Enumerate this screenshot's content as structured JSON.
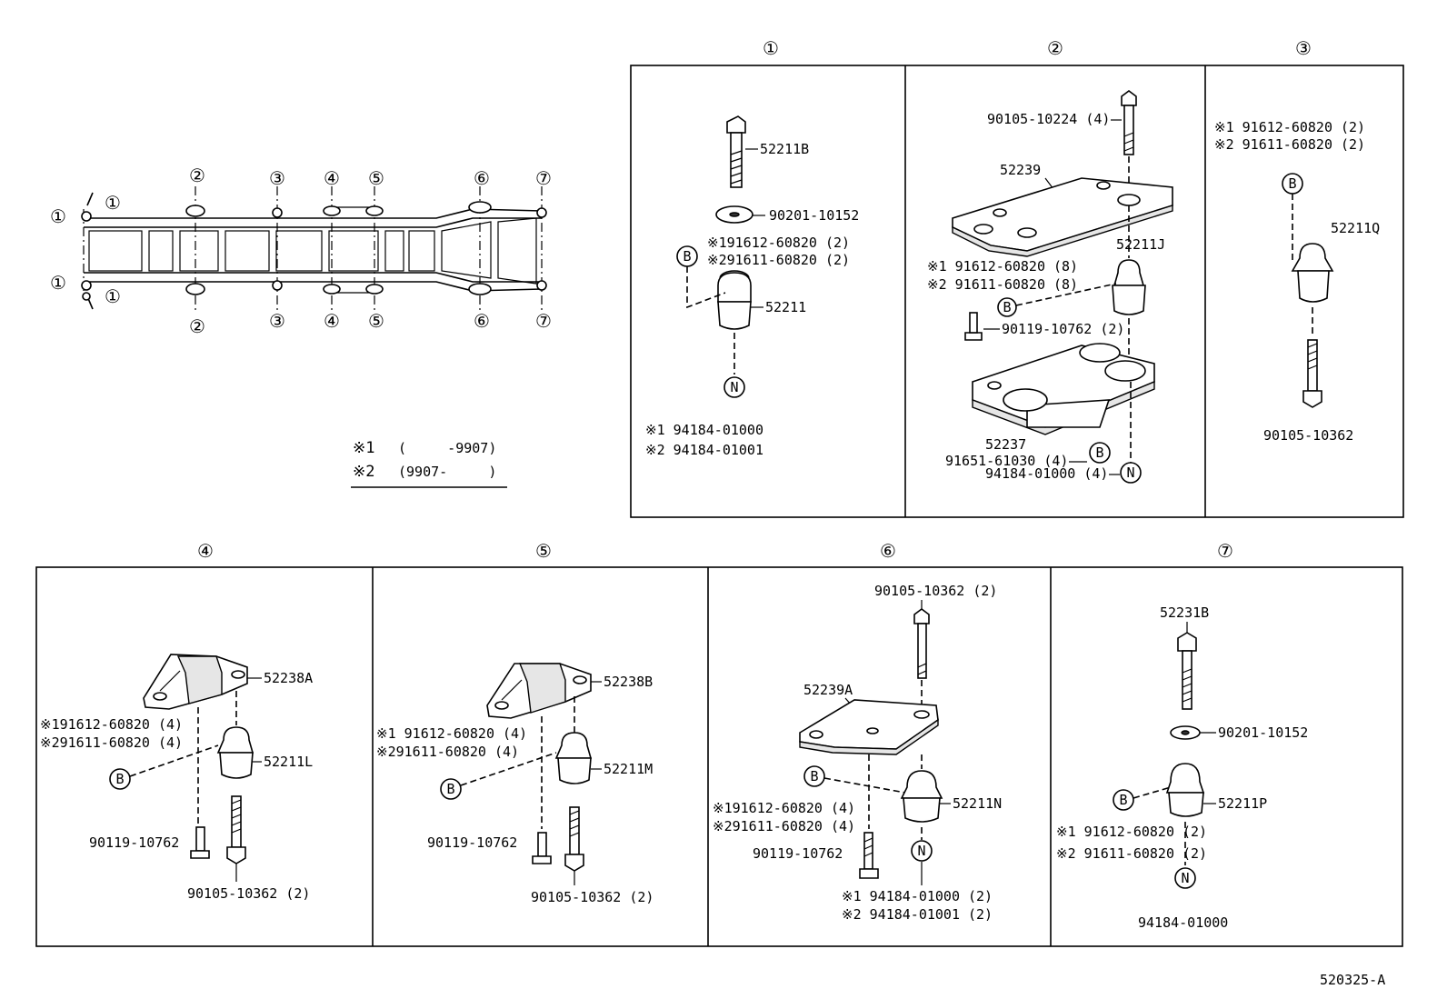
{
  "doc_code": "520325-A",
  "legend": {
    "r1_mark": "※1",
    "r1_range": "(     -9907)",
    "r2_mark": "※2",
    "r2_range": "(9907-     )"
  },
  "frame_markers": {
    "m1": "①",
    "m2": "②",
    "m3": "③",
    "m4": "④",
    "m5": "⑤",
    "m6": "⑥",
    "m7": "⑦"
  },
  "symbols": {
    "b": "B",
    "n": "N"
  },
  "sections": {
    "s1": {
      "number": "①",
      "bolt": "52211B",
      "washer": "90201-10152",
      "note1": "※191612-60820 (2)",
      "note2": "※291611-60820 (2)",
      "cushion": "52211",
      "nut1": "※1 94184-01000",
      "nut2": "※2 94184-01001"
    },
    "s2": {
      "number": "②",
      "bolt": "90105-10224 (4)",
      "upper_bracket": "52239",
      "cushion": "52211J",
      "note1": "※1 91612-60820 (8)",
      "note2": "※2 91611-60820 (8)",
      "small_bolt": "90119-10762 (2)",
      "lower_bracket": "52237",
      "b_part": "91651-61030 (4)",
      "n_part": "94184-01000 (4)"
    },
    "s3": {
      "number": "③",
      "note1": "※1 91612-60820 (2)",
      "note2": "※2 91611-60820 (2)",
      "cushion": "52211Q",
      "bolt": "90105-10362"
    },
    "s4": {
      "number": "④",
      "bracket": "52238A",
      "note1": "※191612-60820 (4)",
      "note2": "※291611-60820 (4)",
      "cushion": "52211L",
      "small_bolt": "90119-10762",
      "bolt": "90105-10362 (2)"
    },
    "s5": {
      "number": "⑤",
      "bracket": "52238B",
      "note1": "※1 91612-60820 (4)",
      "note2": "※291611-60820 (4)",
      "cushion": "52211M",
      "small_bolt": "90119-10762",
      "bolt": "90105-10362 (2)"
    },
    "s6": {
      "number": "⑥",
      "bolt": "90105-10362 (2)",
      "bracket": "52239A",
      "note1": "※191612-60820 (4)",
      "note2": "※291611-60820 (4)",
      "cushion": "52211N",
      "small_bolt": "90119-10762",
      "nut1": "※1 94184-01000 (2)",
      "nut2": "※2 94184-01001 (2)"
    },
    "s7": {
      "number": "⑦",
      "bolt": "52231B",
      "washer": "90201-10152",
      "cushion": "52211P",
      "note1": "※1 91612-60820 (2)",
      "note2": "※2 91611-60820 (2)",
      "nut": "94184-01000"
    }
  }
}
